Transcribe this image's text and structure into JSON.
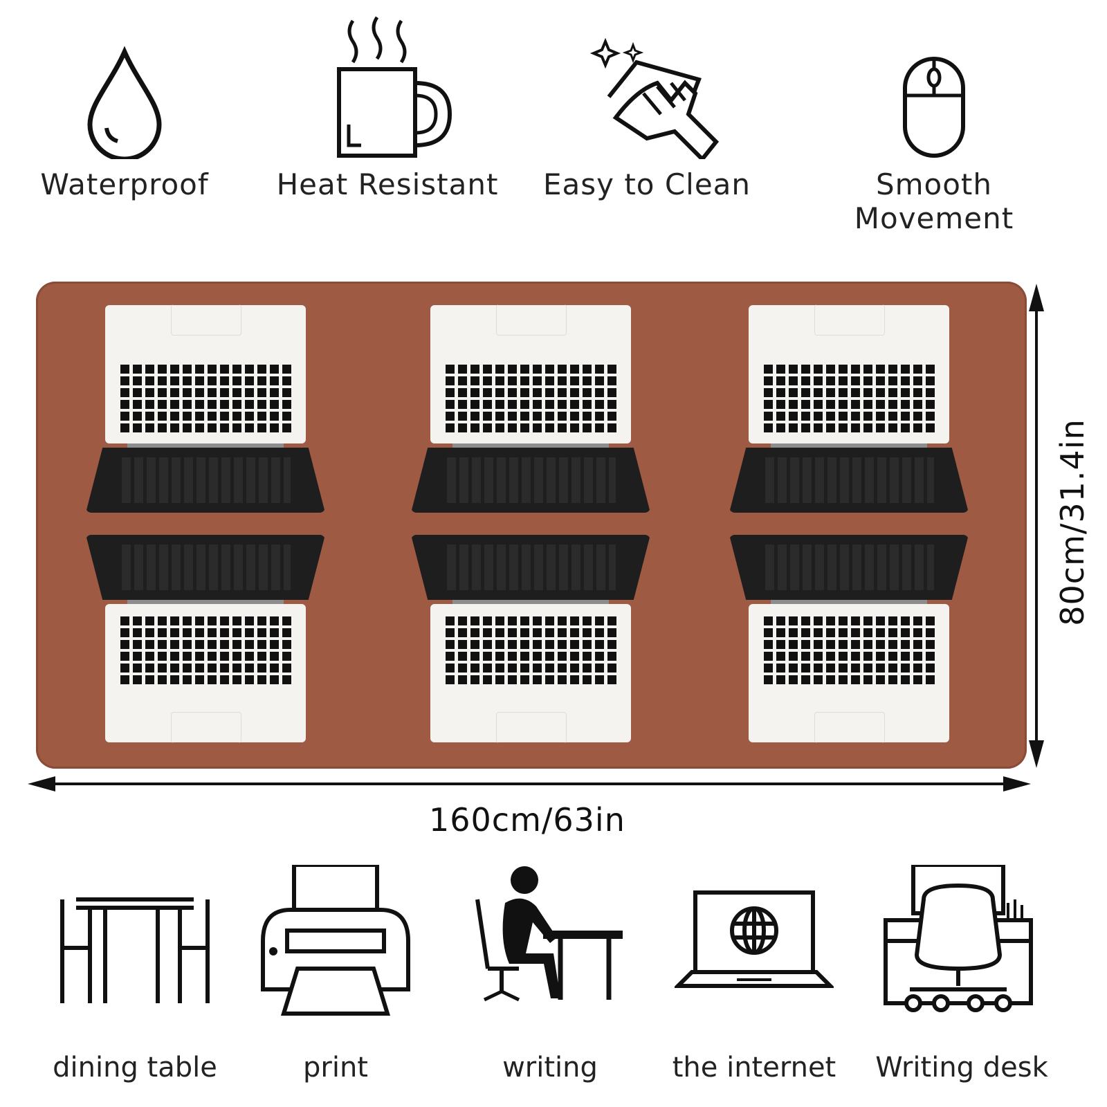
{
  "features": [
    {
      "label": "Waterproof",
      "icon": "water-drop-icon"
    },
    {
      "label": "Heat Resistant",
      "icon": "hot-mug-icon"
    },
    {
      "label": "Easy to Clean",
      "icon": "wiping-hand-icon"
    },
    {
      "label": "Smooth Movement",
      "icon": "mouse-icon"
    }
  ],
  "product": {
    "mat_color": "#9e5a43",
    "width_label": "160cm/63in",
    "height_label": "80cm/31.4in"
  },
  "uses": [
    {
      "label": "dining table",
      "icon": "dining-table-icon"
    },
    {
      "label": "print",
      "icon": "printer-icon"
    },
    {
      "label": "writing",
      "icon": "person-writing-icon"
    },
    {
      "label": "the internet",
      "icon": "laptop-globe-icon"
    },
    {
      "label": "Writing desk",
      "icon": "writing-desk-icon"
    }
  ]
}
